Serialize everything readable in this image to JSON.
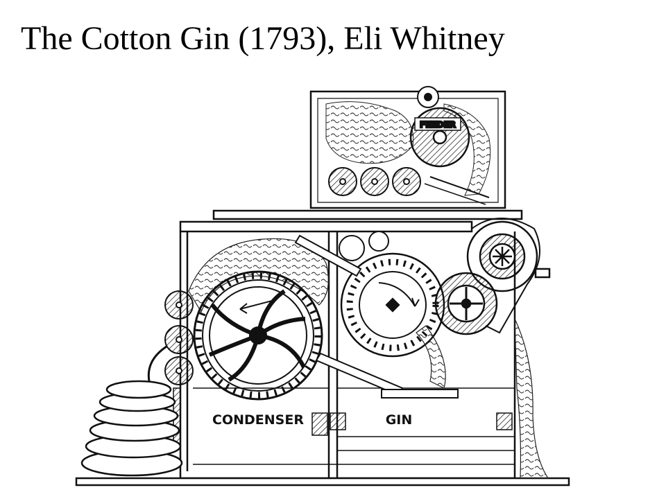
{
  "slide": {
    "title": "The Cotton Gin (1793), Eli Whitney"
  },
  "diagram": {
    "labels": {
      "feeder": "FEEDER",
      "condenser": "CONDENSER",
      "gin": "GIN"
    }
  },
  "colors": {
    "ink": "#111111",
    "background": "#ffffff",
    "title": "#000000"
  }
}
